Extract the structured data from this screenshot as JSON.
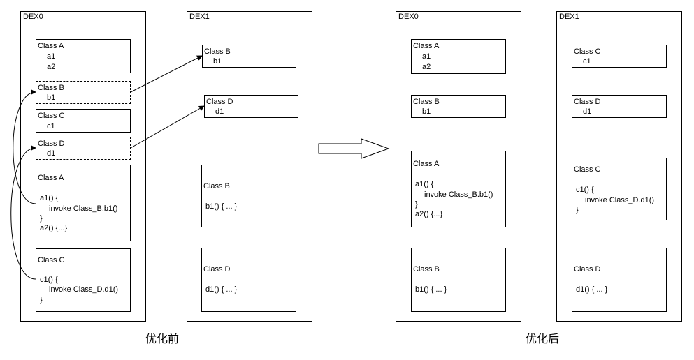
{
  "before": {
    "caption": "优化前",
    "dex0": {
      "label": "DEX0",
      "classes": [
        {
          "lines": [
            "Class A",
            "a1",
            "a2"
          ]
        },
        {
          "lines": [
            "Class B",
            "b1"
          ]
        },
        {
          "lines": [
            "Class C",
            "c1"
          ]
        },
        {
          "lines": [
            "Class D",
            "d1"
          ]
        },
        {
          "lines": [
            "Class A",
            "a1() {",
            "invoke Class_B.b1()",
            "}",
            "a2() {...}"
          ]
        },
        {
          "lines": [
            "Class C",
            "c1() {",
            "invoke Class_D.d1()",
            "}"
          ]
        }
      ]
    },
    "dex1": {
      "label": "DEX1",
      "classes": [
        {
          "lines": [
            "Class B",
            "b1"
          ]
        },
        {
          "lines": [
            "Class D",
            "d1"
          ]
        },
        {
          "lines": [
            "Class B",
            "b1() { ... }"
          ]
        },
        {
          "lines": [
            "Class D",
            "d1() { ... }"
          ]
        }
      ]
    }
  },
  "after": {
    "caption": "优化后",
    "dex0": {
      "label": "DEX0",
      "classes": [
        {
          "lines": [
            "Class A",
            "a1",
            "a2"
          ]
        },
        {
          "lines": [
            "Class B",
            "b1"
          ]
        },
        {
          "lines": [
            "Class A",
            "a1() {",
            "invoke Class_B.b1()",
            "}",
            "a2() {...}"
          ]
        },
        {
          "lines": [
            "Class B",
            "b1() { ... }"
          ]
        }
      ]
    },
    "dex1": {
      "label": "DEX1",
      "classes": [
        {
          "lines": [
            "Class C",
            "c1"
          ]
        },
        {
          "lines": [
            "Class D",
            "d1"
          ]
        },
        {
          "lines": [
            "Class C",
            "c1() {",
            "invoke Class_D.d1()",
            "}"
          ]
        },
        {
          "lines": [
            "Class D",
            "d1() { ... }"
          ]
        }
      ]
    }
  }
}
